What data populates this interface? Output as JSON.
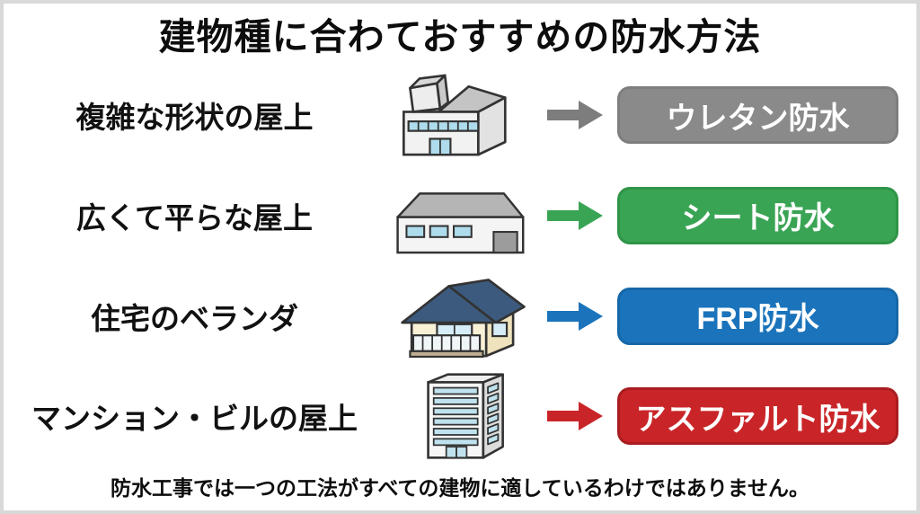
{
  "page": {
    "title": "建物種に合わておすすめの防水方法",
    "footer_note": "防水工事では一つの工法がすべての建物に適しているわけではありません。"
  },
  "rows": [
    {
      "label": "複雑な形状の屋上",
      "icon": "factory-icon",
      "method": "ウレタン防水",
      "badge_color": "#8a8a8a",
      "badge_border": "#7e7e7e",
      "arrow_color": "#7d7d7d",
      "text_color": "#ffffff"
    },
    {
      "label": "広くて平らな屋上",
      "icon": "warehouse-icon",
      "method": "シート防水",
      "badge_color": "#3aa455",
      "badge_border": "#2f9447",
      "arrow_color": "#3aa455",
      "text_color": "#ffffff"
    },
    {
      "label": "住宅のベランダ",
      "icon": "house-icon",
      "method": "FRP防水",
      "badge_color": "#1b74bb",
      "badge_border": "#1667a8",
      "arrow_color": "#1b74bb",
      "text_color": "#ffffff"
    },
    {
      "label": "マンション・ビルの屋上",
      "icon": "building-icon",
      "method": "アスファルト防水",
      "badge_color": "#c92528",
      "badge_border": "#a81d21",
      "arrow_color": "#c92528",
      "text_color": "#ffffff"
    }
  ]
}
